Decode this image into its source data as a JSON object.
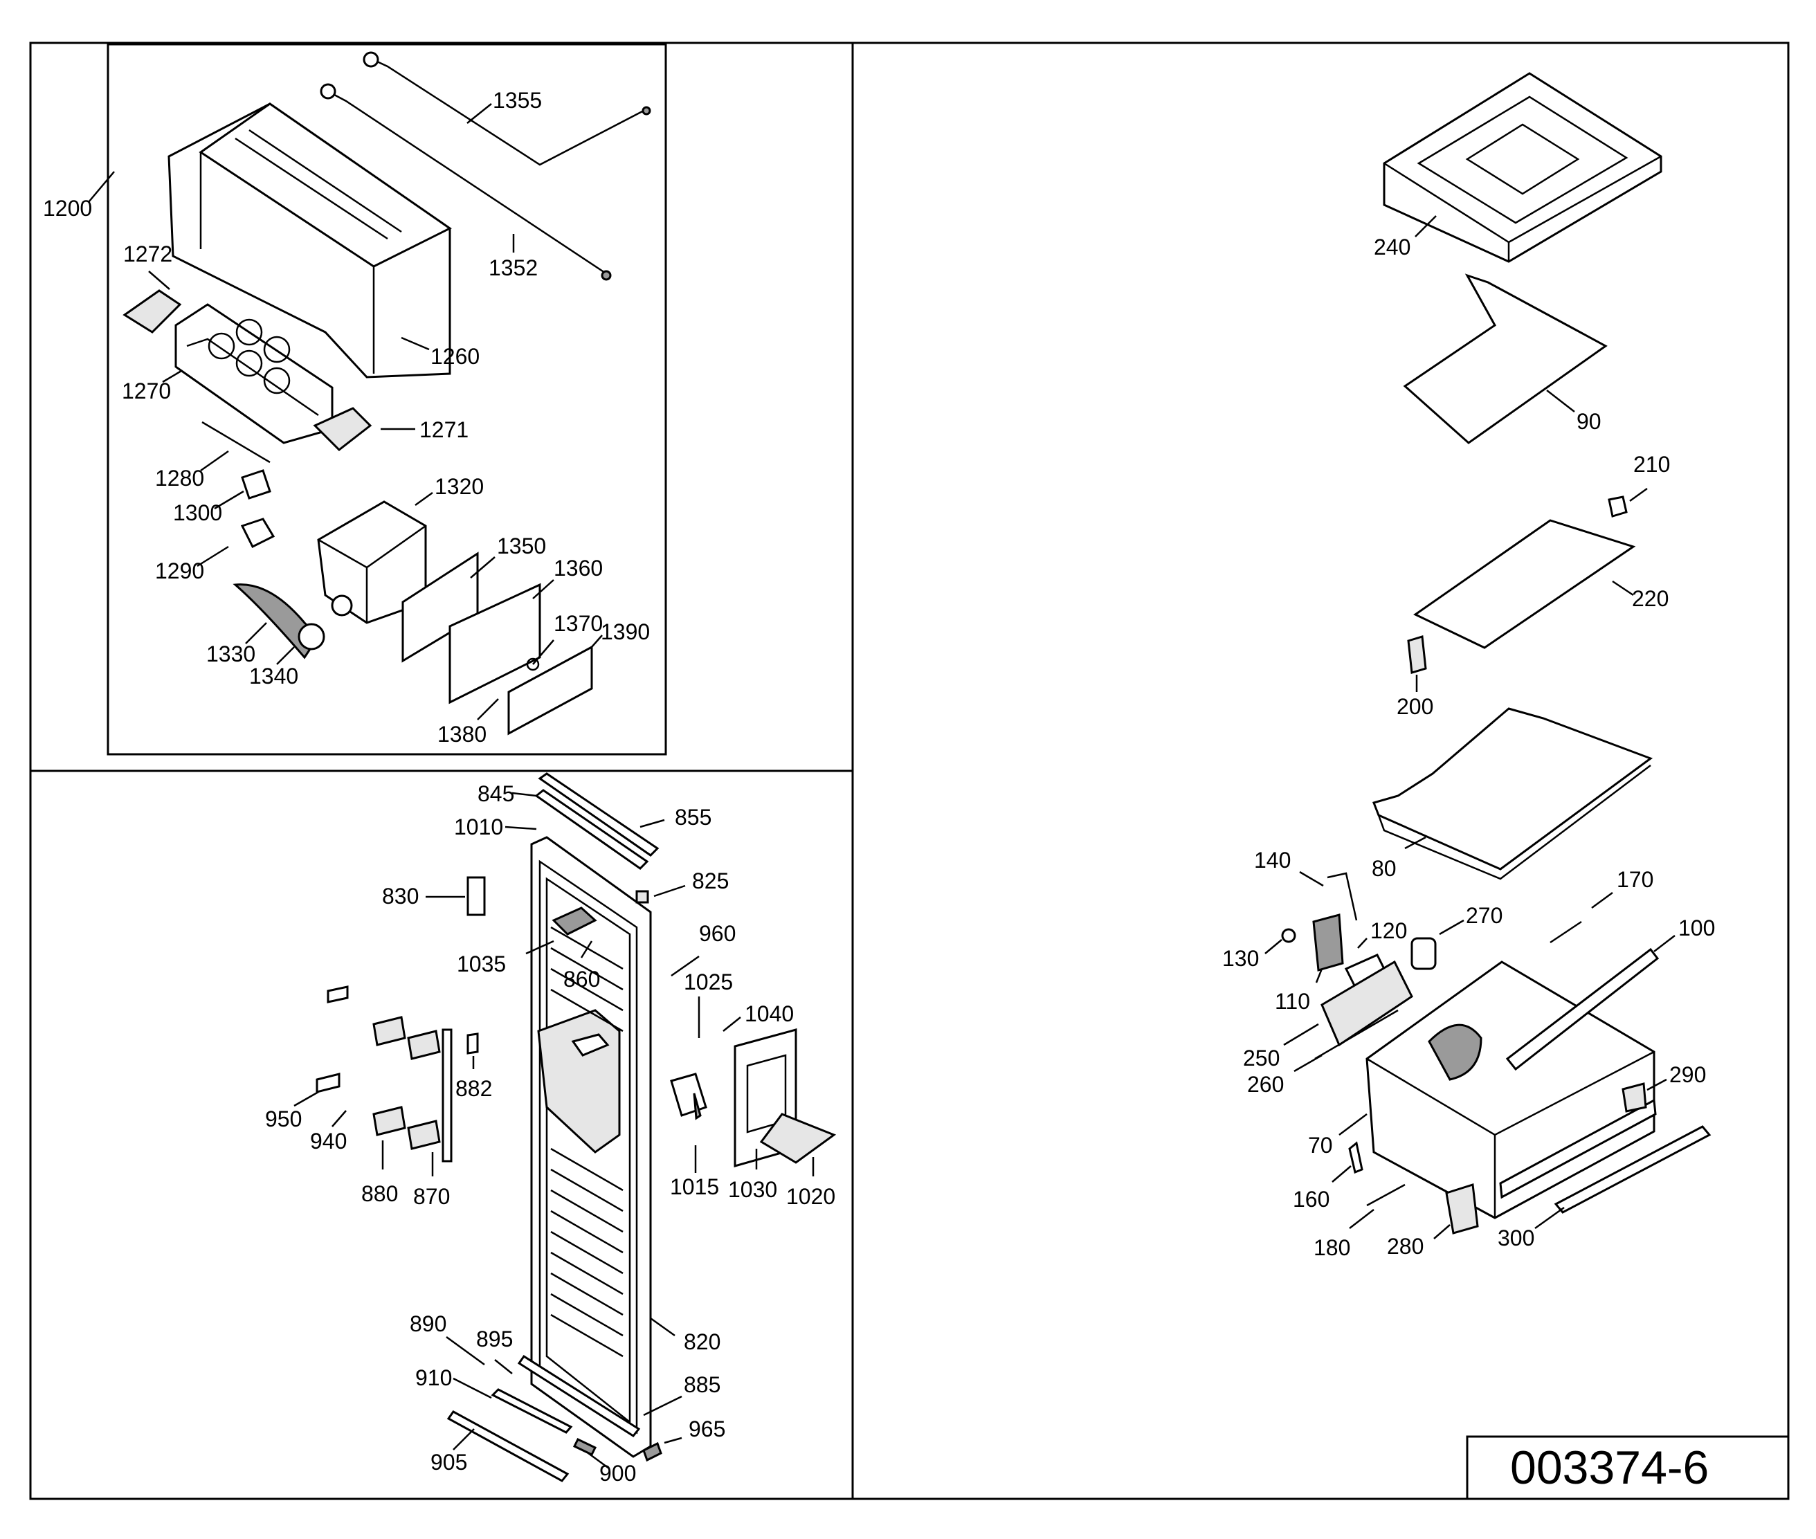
{
  "doc_number": "003374-6",
  "panels": {
    "icemaker": {
      "callouts": [
        "1355",
        "1352",
        "1200",
        "1272",
        "1260",
        "1270",
        "1271",
        "1280",
        "1300",
        "1320",
        "1290",
        "1350",
        "1360",
        "1370",
        "1390",
        "1330",
        "1340",
        "1380"
      ]
    },
    "door": {
      "callouts": [
        "845",
        "855",
        "1010",
        "825",
        "830",
        "960",
        "1035",
        "860",
        "1025",
        "1040",
        "882",
        "950",
        "940",
        "880",
        "870",
        "1015",
        "1030",
        "1020",
        "890",
        "895",
        "820",
        "910",
        "885",
        "965",
        "905",
        "900"
      ]
    },
    "drawer": {
      "callouts": [
        "240",
        "90",
        "210",
        "220",
        "200",
        "80",
        "140",
        "170",
        "120",
        "270",
        "100",
        "130",
        "110",
        "250",
        "260",
        "290",
        "70",
        "160",
        "180",
        "280",
        "300"
      ]
    }
  }
}
